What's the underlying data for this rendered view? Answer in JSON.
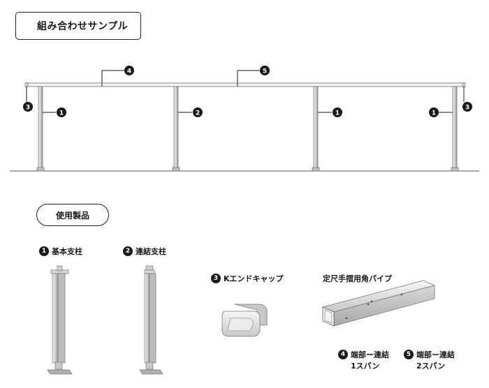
{
  "header": {
    "title": "組み合わせサンプル"
  },
  "section": {
    "title": "使用製品"
  },
  "diagram": {
    "callout_numbers": [
      "1",
      "2",
      "3",
      "4",
      "5"
    ]
  },
  "products": [
    {
      "number": "1",
      "name": "基本支柱"
    },
    {
      "number": "2",
      "name": "連結支柱"
    },
    {
      "number": "3",
      "name": "Kエンドキャップ"
    },
    {
      "number": "",
      "name": "定尺手摺用角パイプ"
    },
    {
      "number": "4",
      "name": "端部ー連結",
      "sub": "1スパン"
    },
    {
      "number": "5",
      "name": "端部ー連結",
      "sub": "2スパン"
    }
  ],
  "colors": {
    "ink": "#1a1a1a",
    "steel_light": "#e2e2e2",
    "steel_mid": "#c4c4c4",
    "steel_dark": "#8e8e8e"
  }
}
